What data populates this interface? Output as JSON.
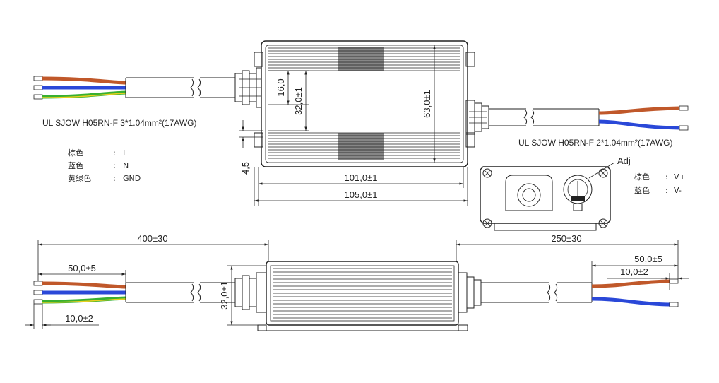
{
  "colors": {
    "brown": "#c0582a",
    "blue": "#2a48d8",
    "green": "#38b030",
    "yellow": "#e8d020",
    "line": "#222222"
  },
  "cables": {
    "input_spec": "UL SJOW H05RN-F 3*1.04mm²(17AWG)",
    "output_spec": "UL SJOW H05RN-F 2*1.04mm²(17AWG)"
  },
  "input_legend": [
    {
      "name": "棕色",
      "sep": ":",
      "value": "L"
    },
    {
      "name": "蓝色",
      "sep": ":",
      "value": "N"
    },
    {
      "name": "黄绿色",
      "sep": ":",
      "value": "GND"
    }
  ],
  "output_legend": [
    {
      "name": "棕色",
      "sep": ":",
      "value": "V+"
    },
    {
      "name": "蓝色",
      "sep": ":",
      "value": "V-"
    }
  ],
  "adj_label": "Adj",
  "dimensions": {
    "d16": "16,0",
    "d32_top": "32,0±1",
    "d63": "63,0±1",
    "d45": "4,5",
    "d101": "101,0±1",
    "d105": "105,0±1",
    "d400": "400±30",
    "d250": "250±30",
    "d50_left": "50,0±5",
    "d10_left": "10,0±2",
    "d32_side": "32,0±1",
    "d50_right": "50,0±5",
    "d10_right": "10,0±2"
  }
}
